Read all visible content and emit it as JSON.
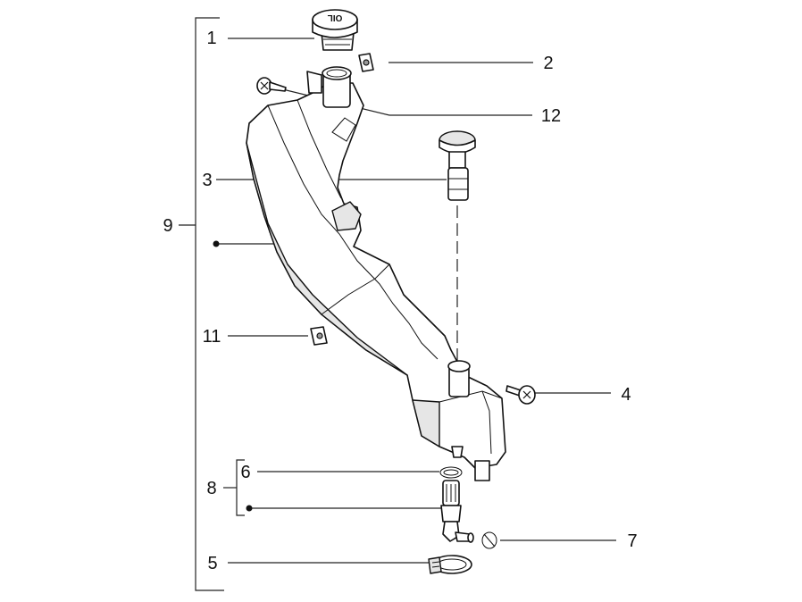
{
  "callouts": {
    "c1": "1",
    "c2": "2",
    "c3": "3",
    "c4": "4",
    "c5": "5",
    "c6": "6",
    "c7": "7",
    "c8": "8",
    "c9": "9",
    "c11": "11",
    "c12": "12"
  },
  "cap_text": "OIL"
}
